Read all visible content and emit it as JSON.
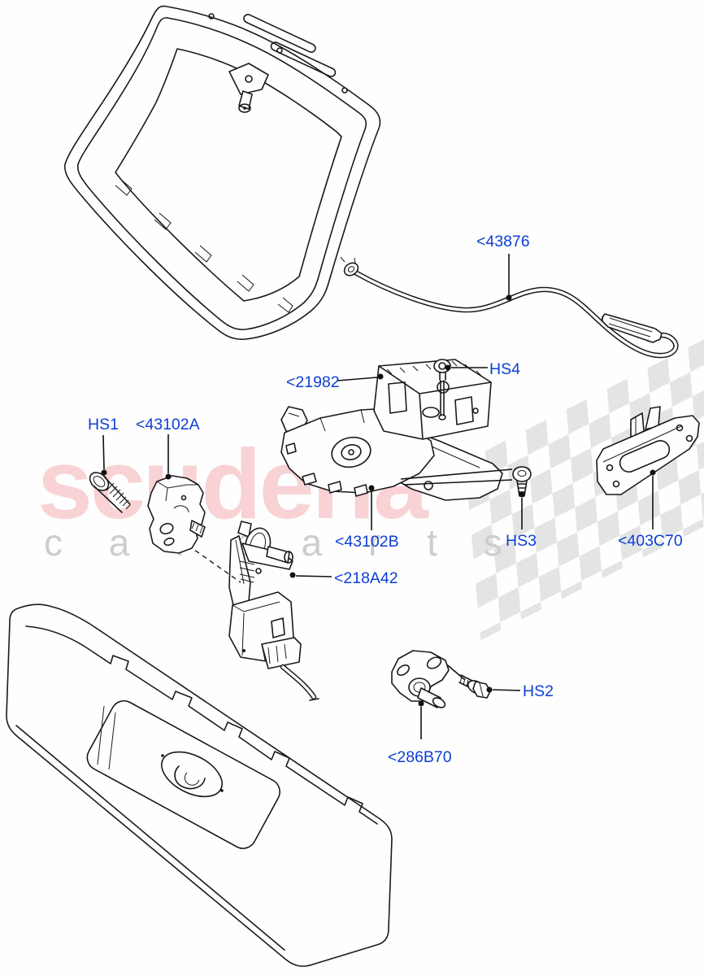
{
  "watermark": {
    "brand": "scuderia",
    "sub_letters": "c a r  p a r t s"
  },
  "colors": {
    "callout_blue": "#0d3fd6",
    "line_art": "#1a1a1a",
    "watermark_pink": "#f8d2d5",
    "watermark_gray": "#cdcdcd",
    "checker_gray": "#e4e4e4",
    "background": "#fdfefd"
  },
  "callouts": {
    "c43876": "<43876",
    "c21982": "<21982",
    "hs4": "HS4",
    "hs1": "HS1",
    "c43102a": "<43102A",
    "c43102b": "<43102B",
    "hs3": "HS3",
    "c403c70": "<403C70",
    "c218a42": "<218A42",
    "hs2": "HS2",
    "c286b70": "<286B70"
  }
}
